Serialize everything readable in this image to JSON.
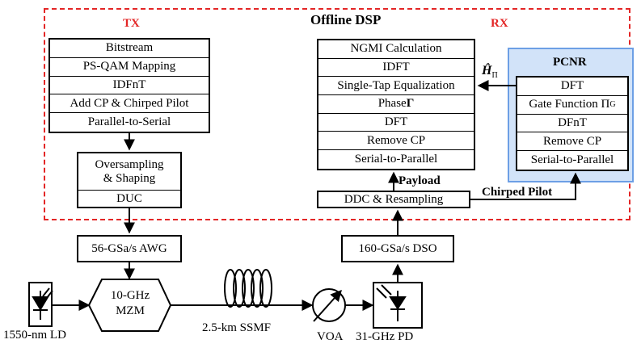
{
  "dsp": {
    "title": "Offline DSP",
    "tx_label": "TX",
    "rx_label": "RX",
    "frame_color": "#e32626",
    "pcnr_fill": "#d2e3f9",
    "pcnr_border": "#6d9fe5"
  },
  "tx_stack": [
    "Bitstream",
    "PS-QAM Mapping",
    "IDFnT",
    "Add CP & Chirped Pilot",
    "Parallel-to-Serial"
  ],
  "tx_shaping": {
    "line1": "Oversampling",
    "line2": "& Shaping",
    "duc": "DUC"
  },
  "rx_stack": [
    "NGMI Calculation",
    "IDFT",
    "Single-Tap Equalization",
    "Phase Γ",
    "DFT",
    "Remove CP",
    "Serial-to-Parallel"
  ],
  "pcnr": {
    "title": "PCNR",
    "rows": [
      "DFT",
      "Gate Function Π",
      "DFnT",
      "Remove CP",
      "Serial-to-Parallel"
    ],
    "gate_subscript": "G",
    "h_label": "Ĥ",
    "h_subscript": "Π"
  },
  "ddc": "DDC & Resampling",
  "payload": "Payload",
  "chirped_pilot": "Chirped Pilot",
  "awg": "56-GSa/s AWG",
  "dso": "160-GSa/s DSO",
  "mzm": {
    "line1": "10-GHz",
    "line2": "MZM"
  },
  "ld": "1550-nm LD",
  "fiber": "2.5-km SSMF",
  "voa": "VOA",
  "pd": "31-GHz PD"
}
